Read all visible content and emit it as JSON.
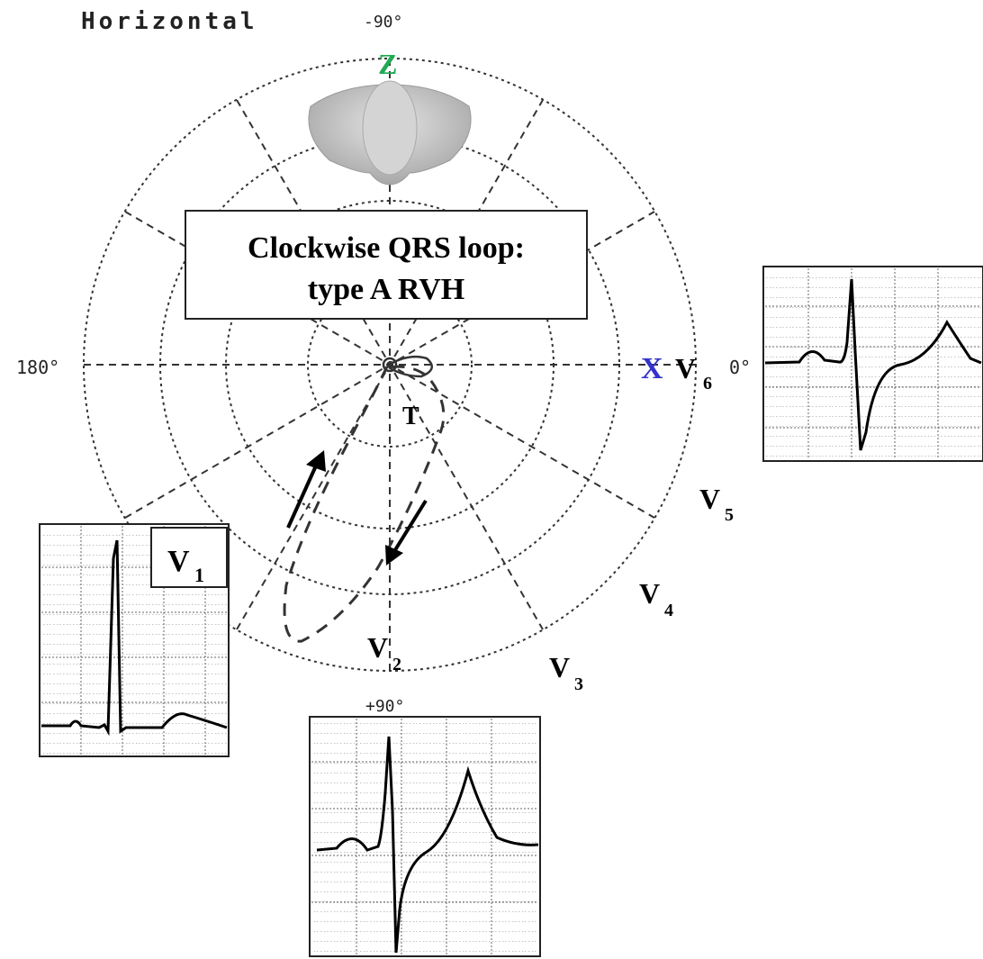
{
  "plane_title": "Horizontal",
  "angles": {
    "top": "-90°",
    "left": "180°",
    "right": "0°",
    "bottom": "+90°"
  },
  "axis_labels": {
    "z": "Z",
    "x": "X"
  },
  "callout": {
    "line1": "Clockwise QRS loop:",
    "line2": "type A RVH"
  },
  "loop_label": "T",
  "leads": {
    "v1": {
      "main": "V",
      "sub": "1"
    },
    "v2": {
      "main": "V",
      "sub": "2"
    },
    "v3": {
      "main": "V",
      "sub": "3"
    },
    "v4": {
      "main": "V",
      "sub": "4"
    },
    "v5": {
      "main": "V",
      "sub": "5"
    },
    "v6": {
      "main": "V",
      "sub": "6"
    }
  },
  "colors": {
    "z_label": "#22aa55",
    "x_label": "#3333cc",
    "grid": "#333333",
    "torso": "#c8c8c8"
  },
  "icons": {
    "torso": "torso-silhouette-icon",
    "arrow_up": "arrow-up-right-icon",
    "arrow_down": "arrow-down-left-icon"
  }
}
